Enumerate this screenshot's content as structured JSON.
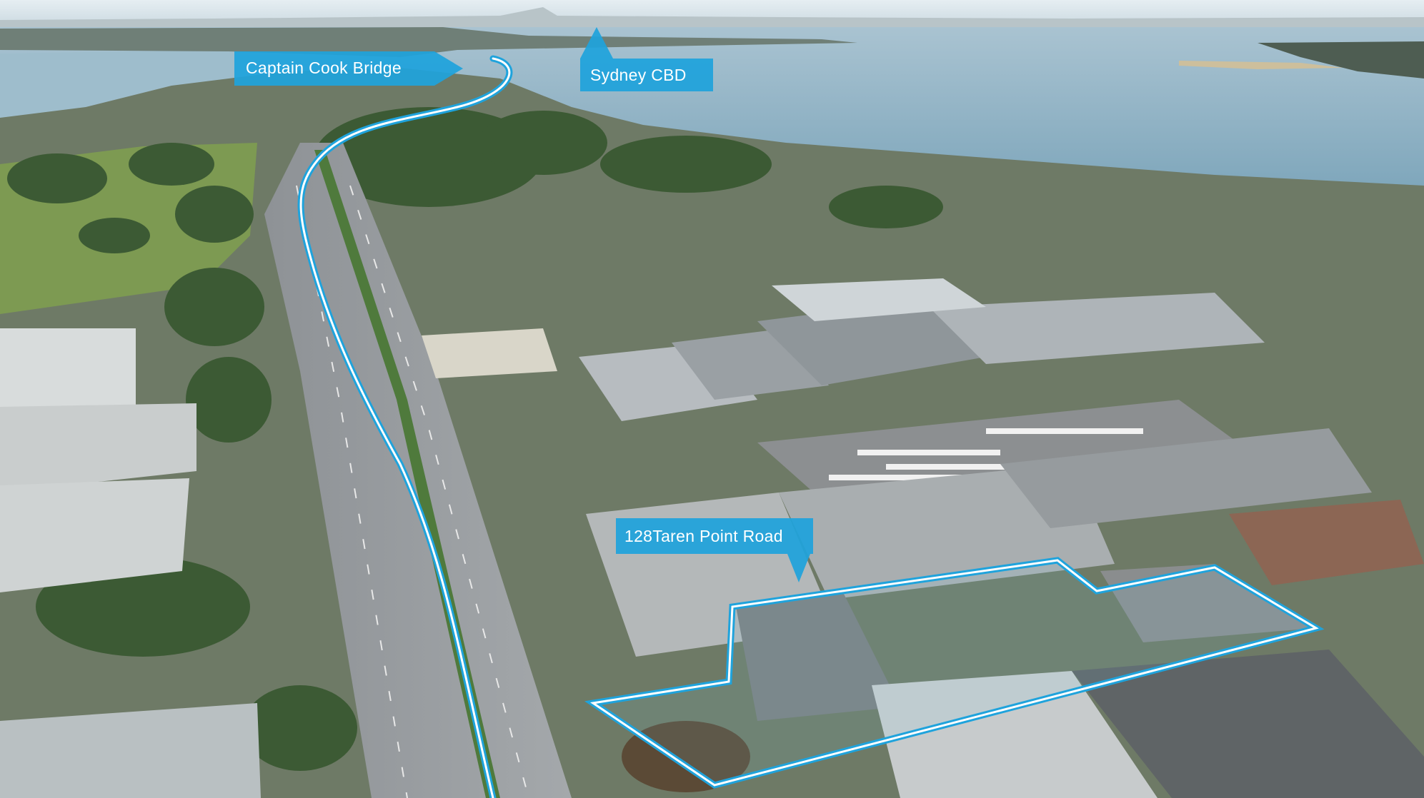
{
  "labels": {
    "captain_cook_bridge": "Captain Cook Bridge",
    "sydney_cbd": "Sydney CBD",
    "property_address": "128Taren Point Road"
  },
  "colors": {
    "label_fill": "#1fa3dc",
    "outline": "#7fd3f2",
    "water": "#8fb4c8",
    "sky": "#d9e4ea"
  }
}
